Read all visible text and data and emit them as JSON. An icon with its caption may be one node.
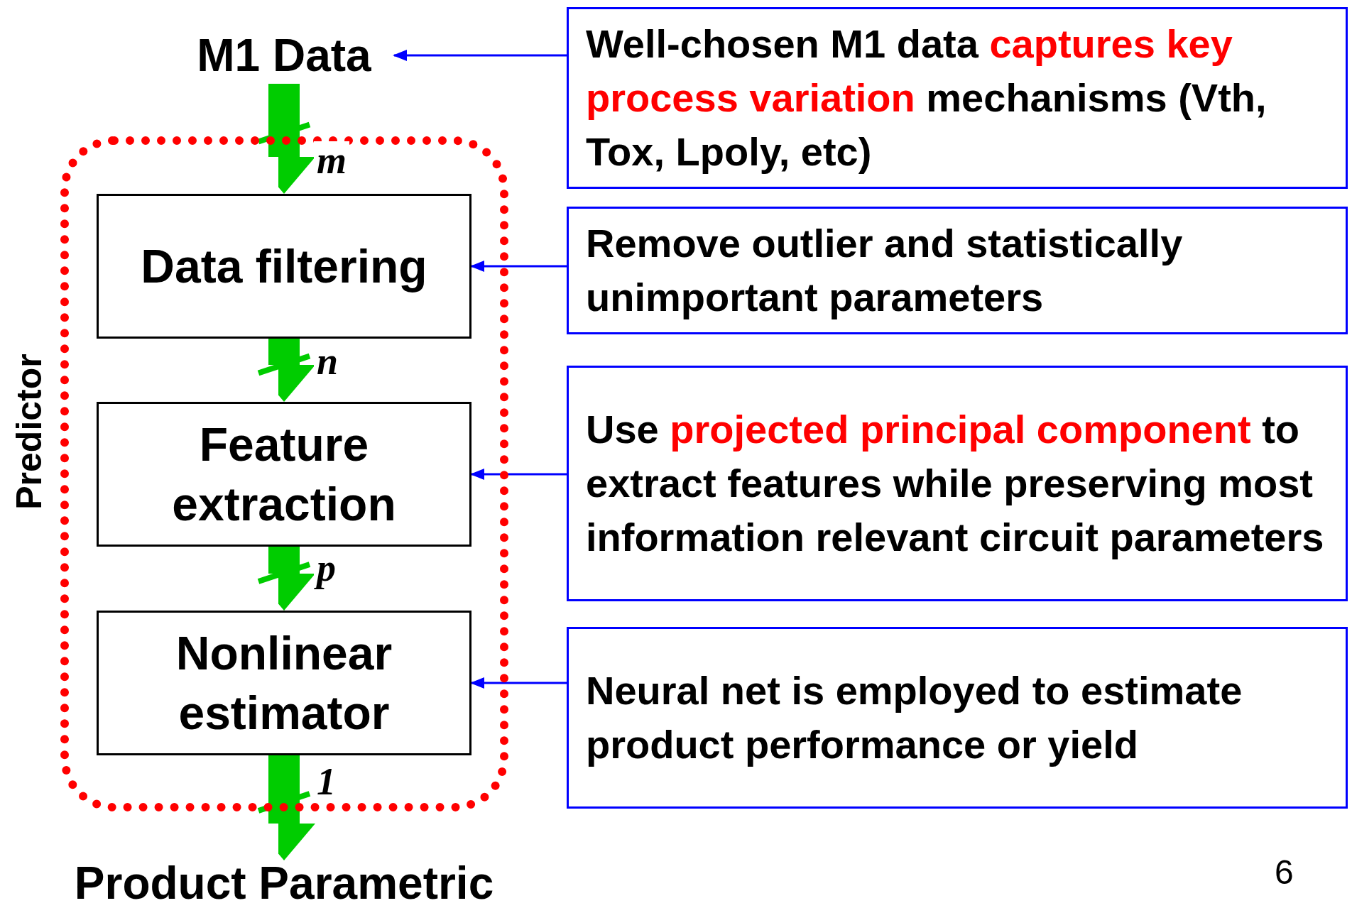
{
  "diagram": {
    "nodes": [
      {
        "text": [
          "M1 Data"
        ]
      },
      {
        "text": [
          "Predictor"
        ]
      },
      {
        "text": [
          "Data filtering"
        ],
        "in": 1
      },
      {
        "text": [
          "Feature extraction"
        ],
        "in": 1
      },
      {
        "text": [
          "Nonlinear estimator"
        ],
        "in": 1
      },
      {
        "text": [
          "Product Parametric"
        ]
      },
      {
        "text": [
          "Well-chosen M1 data **captures key process variation** mechanisms (Vth, Tox, Lpoly, etc)"
        ]
      },
      {
        "text": [
          "Remove outlier and statistically unimportant parameters"
        ]
      },
      {
        "text": [
          "Use **projected principal component** to extract features while preserving most information relevant circuit parameters"
        ]
      },
      {
        "text": [
          "Neural net is employed to estimate product performance or yield"
        ]
      }
    ],
    "edges": [
      {
        "from": 0,
        "to": 2,
        "arrow": "to",
        "label": "m",
        "style": "thick",
        "color": "#00cc00"
      },
      {
        "from": 2,
        "to": 3,
        "arrow": "to",
        "label": "n",
        "style": "thick",
        "color": "#00cc00"
      },
      {
        "from": 3,
        "to": 4,
        "arrow": "to",
        "label": "p",
        "style": "thick",
        "color": "#00cc00"
      },
      {
        "from": 4,
        "to": 5,
        "arrow": "to",
        "label": "1",
        "style": "thick",
        "color": "#00cc00"
      },
      {
        "from": 6,
        "to": 0,
        "arrow": "to",
        "color": "#0000ff"
      },
      {
        "from": 7,
        "to": 2,
        "arrow": "to",
        "color": "#0000ff"
      },
      {
        "from": 8,
        "to": 3,
        "arrow": "to",
        "color": "#0000ff"
      },
      {
        "from": 9,
        "to": 4,
        "arrow": "to",
        "color": "#0000ff"
      }
    ],
    "labels": [
      "6"
    ]
  }
}
